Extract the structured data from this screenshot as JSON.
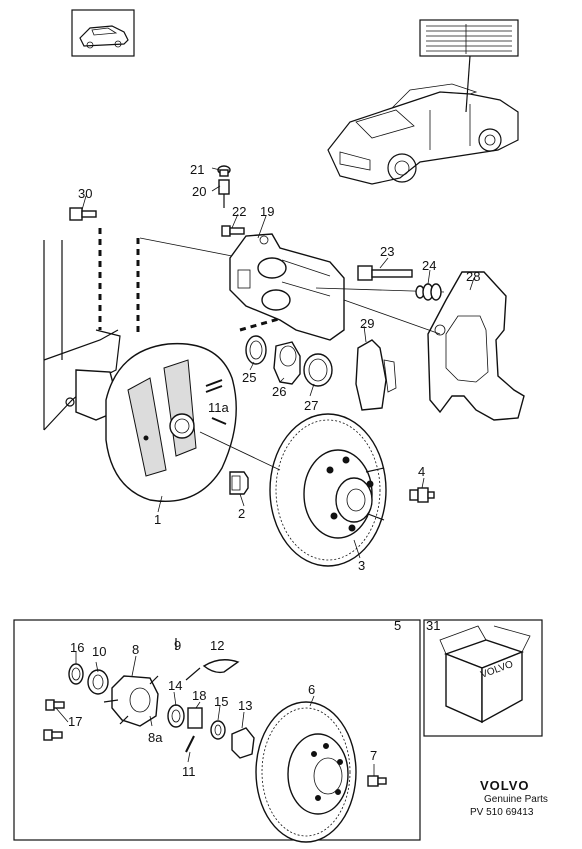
{
  "labels": {
    "p1": "1",
    "p2": "2",
    "p3": "3",
    "p4": "4",
    "p5": "5",
    "p6": "6",
    "p7": "7",
    "p8": "8",
    "p8a": "8a",
    "p9": "9",
    "p10": "10",
    "p11": "11",
    "p11a": "11a",
    "p12": "12",
    "p13": "13",
    "p14": "14",
    "p15": "15",
    "p16": "16",
    "p17": "17",
    "p18": "18",
    "p19": "19",
    "p20": "20",
    "p21": "21",
    "p22": "22",
    "p23": "23",
    "p24": "24",
    "p25": "25",
    "p26": "26",
    "p27": "27",
    "p28": "28",
    "p29": "29",
    "p30": "30",
    "p31": "31"
  },
  "branding": {
    "make": "VOLVO",
    "genuine": "Genuine Parts",
    "ref": "PV  510 69413",
    "box_make": "VOLVO"
  },
  "icons": {
    "thumbnail": "car-thumbnail-icon",
    "vehicle_plate": "vehicle-plate-icon",
    "car": "car-illustration-icon",
    "parts_box": "parts-box-icon"
  }
}
